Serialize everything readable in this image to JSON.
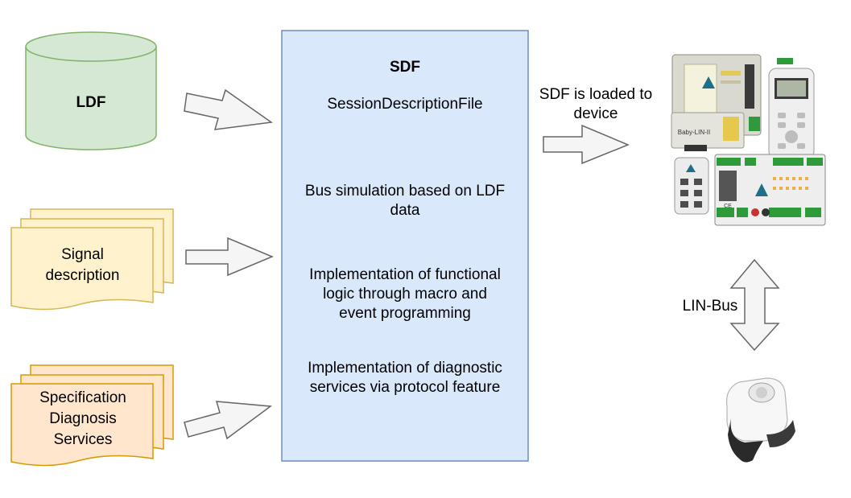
{
  "ldf": {
    "label": "LDF",
    "fill": "#d5e8d4",
    "stroke": "#82b366"
  },
  "signal": {
    "line1": "Signal",
    "line2": "description",
    "fill": "#fff2cc",
    "stroke": "#d6b656"
  },
  "spec": {
    "line1": "Specification",
    "line2": "Diagnosis",
    "line3": "Services",
    "fill": "#ffe6cc",
    "stroke": "#d79b00"
  },
  "sdf": {
    "title": "SDF",
    "subtitle": "SessionDescriptionFile",
    "item1_line1": "Bus simulation based on LDF",
    "item1_line2": "data",
    "item2_line1": "Implementation of functional",
    "item2_line2": "logic through macro and",
    "item2_line3": "event programming",
    "item3_line1": "Implementation of diagnostic",
    "item3_line2": "services via protocol feature",
    "fill": "#dae8fc",
    "stroke": "#6c8ebf"
  },
  "loaded": {
    "line1": "SDF is loaded to",
    "line2": "device"
  },
  "device_labels": {
    "baby_lin": "Baby-LIN-II",
    "ce_mark": "CE"
  },
  "lin_bus": {
    "label": "LIN-Bus"
  },
  "colors": {
    "arrow_fill": "#f5f5f5",
    "arrow_stroke": "#666666"
  }
}
